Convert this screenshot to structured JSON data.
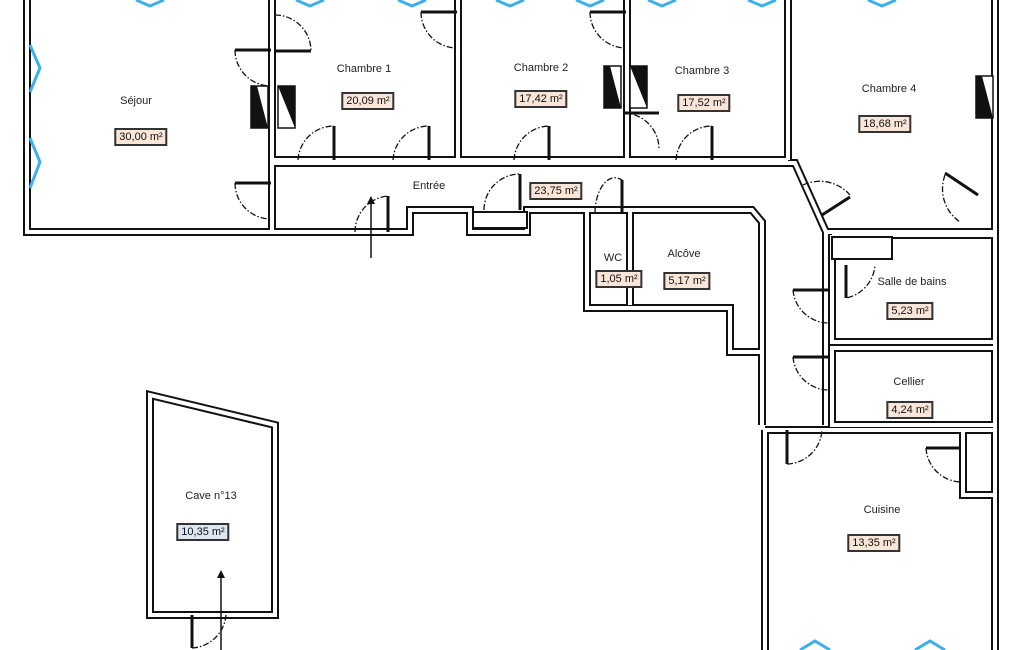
{
  "rooms": [
    {
      "name": "Séjour",
      "area": "30,00 m²"
    },
    {
      "name": "Chambre 1",
      "area": "20,09 m²"
    },
    {
      "name": "Chambre 2",
      "area": "17,42 m²"
    },
    {
      "name": "Chambre 3",
      "area": "17,52 m²"
    },
    {
      "name": "Chambre 4",
      "area": "18,68 m²"
    },
    {
      "name": "Entrée",
      "area": "23,75 m²"
    },
    {
      "name": "WC",
      "area": "1,05 m²"
    },
    {
      "name": "Alcôve",
      "area": "5,17 m²"
    },
    {
      "name": "Salle de bains",
      "area": "5,23 m²"
    },
    {
      "name": "Cellier",
      "area": "4,24 m²"
    },
    {
      "name": "Cuisine",
      "area": "13,35 m²"
    },
    {
      "name": "Cave n°13",
      "area": "10,35 m²"
    }
  ],
  "colors": {
    "area_label_bg": "#f9e6d8",
    "cave_label_bg": "#dde6f2",
    "window": "#3cb0ec"
  }
}
